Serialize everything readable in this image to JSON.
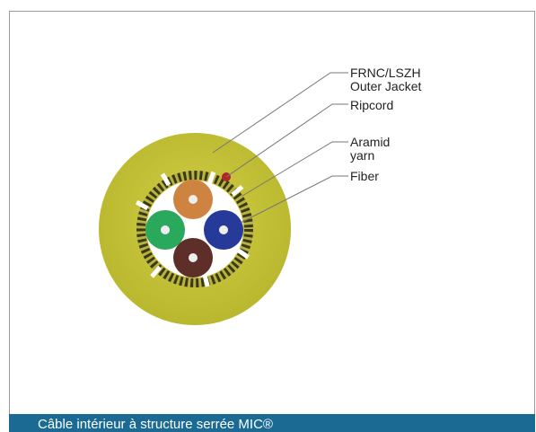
{
  "callouts": {
    "outer_jacket": [
      "FRNC/LSZH",
      "Outer Jacket"
    ],
    "ripcord": [
      "Ripcord"
    ],
    "aramid": [
      "Aramid",
      "yarn"
    ],
    "fiber": [
      "Fiber"
    ]
  },
  "caption": "Câble intérieur à structure serrée MIC®",
  "colors": {
    "jacket": "#c2c035",
    "aramid_dark": "#3b3a18",
    "aramid_light": "#b8b240",
    "ripcord": "#b0262c",
    "fiber_orange": "#cf8340",
    "fiber_green": "#2aa85c",
    "fiber_blue": "#263a9a",
    "fiber_brown": "#5e2e28",
    "caption_bar": "#1b6a94"
  }
}
